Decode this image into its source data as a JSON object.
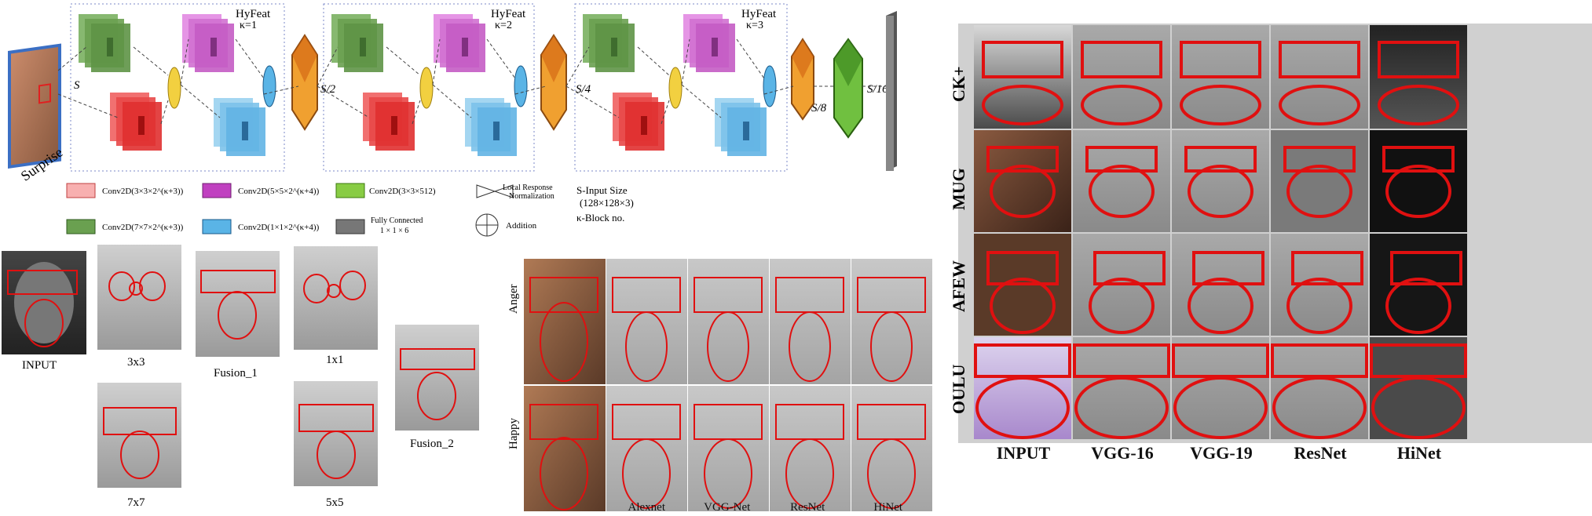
{
  "architecture": {
    "input_label": "Surprise",
    "blocks": [
      {
        "name": "HyFeat",
        "kappa": "κ=1",
        "scale": "S"
      },
      {
        "name": "HyFeat",
        "kappa": "κ=2",
        "scale": "S/2"
      },
      {
        "name": "HyFeat",
        "kappa": "κ=3",
        "scale": "S/4"
      }
    ],
    "scale_after_block3": "S/8",
    "scale_final": "S/16",
    "legend": [
      {
        "color": "#f07070",
        "label": "Conv2D(3×3×2^(κ+3))"
      },
      {
        "color": "#c040c0",
        "label": "Conv2D(5×5×2^(κ+4))"
      },
      {
        "color": "#88cc44",
        "label": "Conv2D(3×3×512)"
      },
      {
        "color": "#6aa050",
        "label": "Conv2D(7×7×2^(κ+3))"
      },
      {
        "color": "#5ab4e6",
        "label": "Conv2D(1×1×2^(κ+4))"
      },
      {
        "color": "#777777",
        "label": "Fully Connected 1×1×6"
      }
    ],
    "legend_lrn": "Local Response Normalization",
    "legend_add": "Addition",
    "notes": [
      "S-Input Size",
      "(128×128×3)",
      "κ-Block no."
    ]
  },
  "ablation": {
    "labels": [
      "INPUT",
      "3x3",
      "7x7",
      "Fusion_1",
      "1x1",
      "5x5",
      "Fusion_2"
    ]
  },
  "comparison_small": {
    "rows": [
      "Anger",
      "Happy"
    ],
    "columns": [
      "Alexnet",
      "VGG-Net",
      "ResNet",
      "HiNet"
    ]
  },
  "comparison_large": {
    "rows": [
      "CK+",
      "MUG",
      "AFEW",
      "OULU"
    ],
    "columns": [
      "INPUT",
      "VGG-16",
      "VGG-19",
      "ResNet",
      "HiNet"
    ]
  }
}
